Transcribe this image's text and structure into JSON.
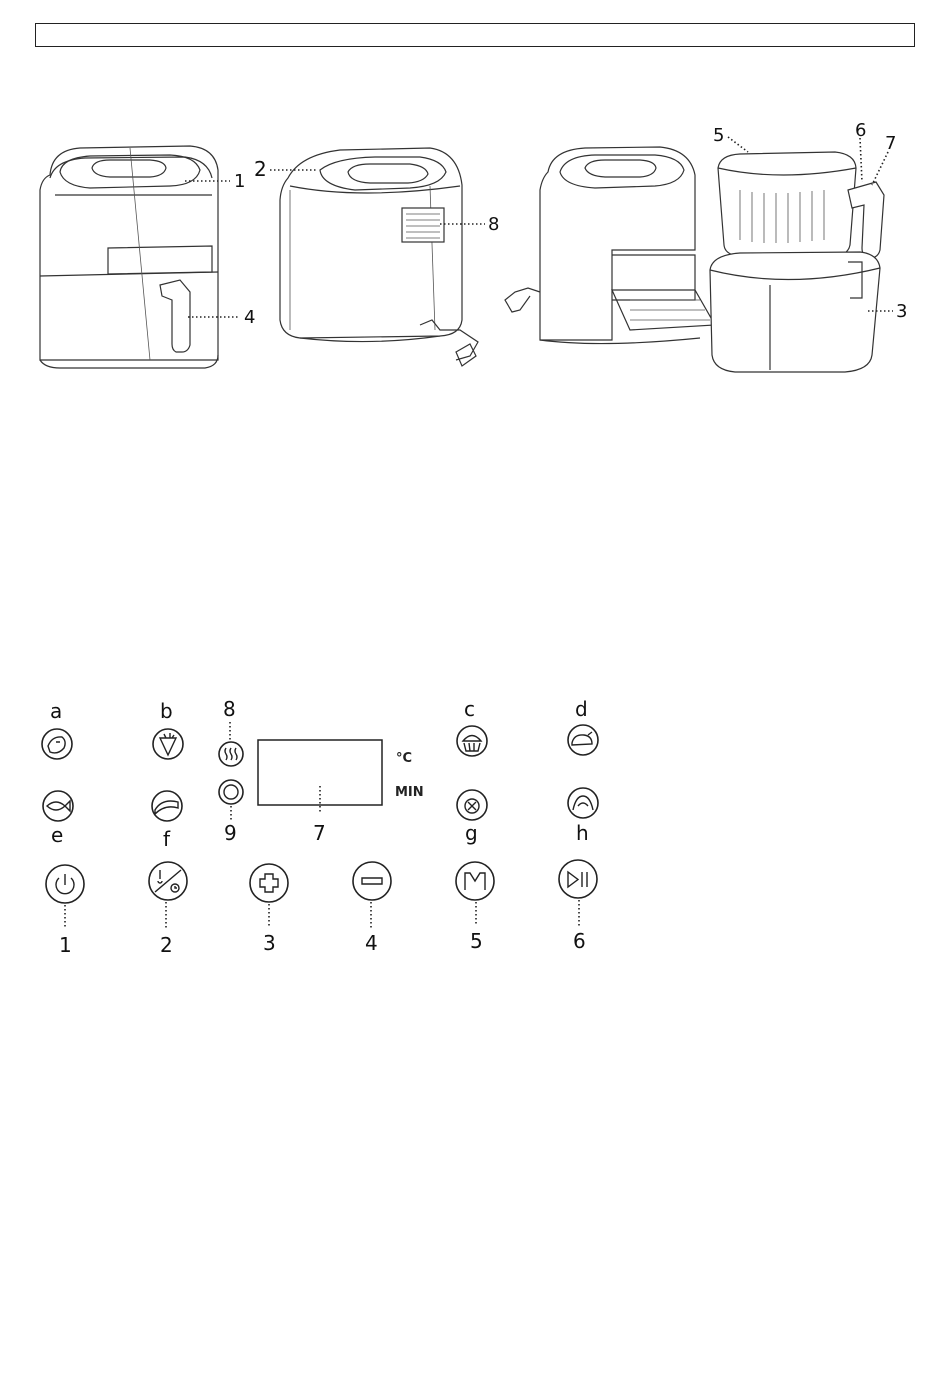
{
  "device_callouts": [
    "1",
    "2",
    "3",
    "4",
    "5",
    "6",
    "7",
    "8"
  ],
  "panel": {
    "program_letters": [
      "a",
      "b",
      "c",
      "d",
      "e",
      "f",
      "g",
      "h"
    ],
    "indicator_numbers": [
      "8",
      "9",
      "7"
    ],
    "unit_celsius": "°C",
    "unit_min": "MIN",
    "button_numbers": [
      "1",
      "2",
      "3",
      "4",
      "5",
      "6"
    ]
  }
}
